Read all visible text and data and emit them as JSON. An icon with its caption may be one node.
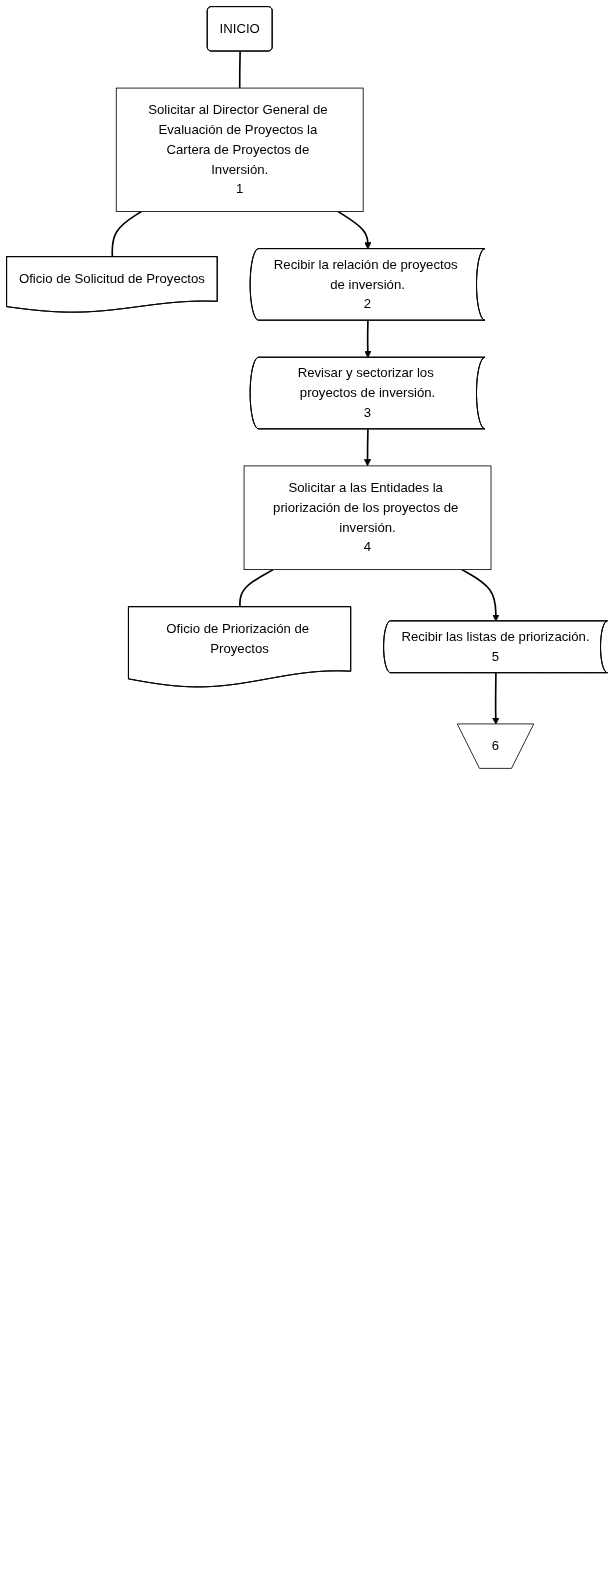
{
  "diagram": {
    "nodes": [
      {
        "text": [
          "INICIO"
        ]
      },
      {
        "text": [
          "Solicitar al Director General de Evaluación de Proyectos la Cartera de Proyectos de Inversión.",
          "1"
        ]
      },
      {
        "text": [
          "Oficio de Solicitud de Proyectos"
        ]
      },
      {
        "text": [
          "Recibir la relación de proyectos de inversión.",
          "2"
        ]
      },
      {
        "text": [
          "Revisar y sectorizar los proyectos de inversión.",
          "3"
        ]
      },
      {
        "text": [
          "Solicitar a las Entidades la priorización de los proyectos de inversión.",
          "4"
        ]
      },
      {
        "text": [
          "Oficio de Priorización de Proyectos"
        ]
      },
      {
        "text": [
          "Recibir las listas de priorización.",
          "5"
        ]
      },
      {
        "text": [
          "6"
        ]
      }
    ],
    "edges": [
      {
        "from": 0,
        "to": 1,
        "arrow": "none"
      },
      {
        "from": 1,
        "to": 2,
        "arrow": "none"
      },
      {
        "from": 1,
        "to": 3,
        "arrow": "to"
      },
      {
        "from": 3,
        "to": 4,
        "arrow": "to"
      },
      {
        "from": 4,
        "to": 5,
        "arrow": "to"
      },
      {
        "from": 5,
        "to": 6,
        "arrow": "none"
      },
      {
        "from": 5,
        "to": 7,
        "arrow": "to"
      },
      {
        "from": 7,
        "to": 8,
        "arrow": "to"
      }
    ]
  }
}
